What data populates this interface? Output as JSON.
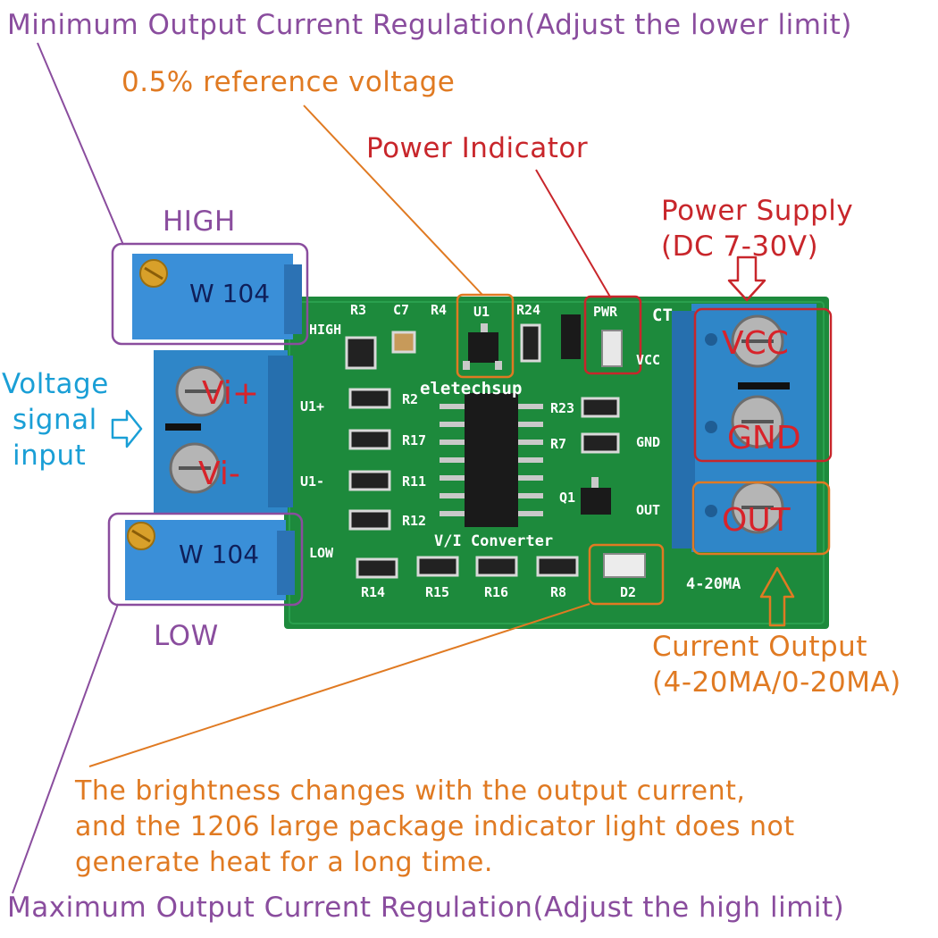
{
  "annotations": {
    "min_regulation": "Minimum Output Current Regulation(Adjust the lower limit)",
    "reference_voltage": "0.5% reference voltage",
    "power_indicator": "Power Indicator",
    "power_supply_line1": "Power Supply",
    "power_supply_line2": "(DC 7-30V)",
    "high": "HIGH",
    "voltage_input_line1": "Voltage",
    "voltage_input_line2": "signal",
    "voltage_input_line3": "input",
    "low": "LOW",
    "current_output_line1": "Current Output",
    "current_output_line2": "(4-20MA/0-20MA)",
    "brightness_line1": "The brightness changes with the output current,",
    "brightness_line2": "and the 1206 large package indicator light does not",
    "brightness_line3": "generate heat for a long time.",
    "max_regulation": "Maximum Output Current Regulation(Adjust the high limit)"
  },
  "terminals": {
    "vi_plus": "Vi+",
    "vi_minus": "Vi-",
    "vcc": "VCC",
    "gnd": "GND",
    "out": "OUT"
  },
  "board": {
    "brand": "eletechsup",
    "converter": "V/I Converter",
    "range": "4-20MA",
    "pwr": "PWR",
    "u1": "U1",
    "d2": "D2",
    "ct": "CT",
    "silk_high": "HIGH",
    "silk_low": "LOW",
    "silk_vcc": "VCC",
    "silk_gnd": "GND",
    "silk_out": "OUT",
    "silk_u1p": "U1+",
    "silk_u1m": "U1-",
    "pot_top": "W 104",
    "pot_bottom": "W 104",
    "refs": {
      "r3": "R3",
      "c7": "C7",
      "r4": "R4",
      "r24": "R24",
      "r2": "R2",
      "r17": "R17",
      "r11": "R11",
      "r12": "R12",
      "r23": "R23",
      "r7": "R7",
      "q1": "Q1",
      "r14": "R14",
      "r15": "R15",
      "r16": "R16",
      "r8": "R8"
    }
  },
  "colors": {
    "purple": "#8a4d9e",
    "orange": "#e07a22",
    "red": "#c8262b",
    "blue": "#1a9fd6",
    "pcb_green": "#1d8a3c",
    "terminal_blue": "#2f86c8"
  }
}
